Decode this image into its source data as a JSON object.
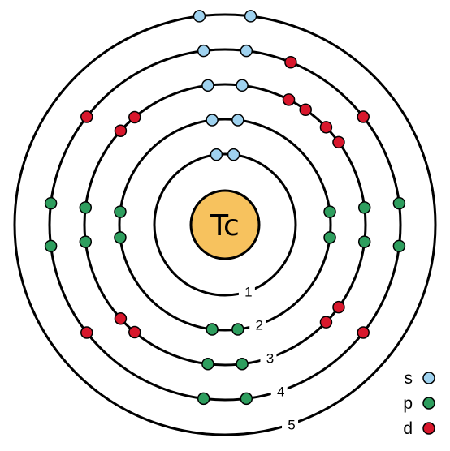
{
  "element": {
    "symbol": "Tc"
  },
  "shells": [
    {
      "label": "1",
      "electrons": {
        "s": 2,
        "p": 0,
        "d": 0
      }
    },
    {
      "label": "2",
      "electrons": {
        "s": 2,
        "p": 6,
        "d": 0
      }
    },
    {
      "label": "3",
      "electrons": {
        "s": 2,
        "p": 6,
        "d": 10
      }
    },
    {
      "label": "4",
      "electrons": {
        "s": 2,
        "p": 6,
        "d": 5
      }
    },
    {
      "label": "5",
      "electrons": {
        "s": 2,
        "p": 0,
        "d": 0
      }
    }
  ],
  "legend": [
    {
      "label": "s",
      "color": "#9fd2ef"
    },
    {
      "label": "p",
      "color": "#2e9e5e"
    },
    {
      "label": "d",
      "color": "#d8172c"
    }
  ],
  "colors": {
    "nucleus": "#f7c25e",
    "ring": "#000000"
  }
}
